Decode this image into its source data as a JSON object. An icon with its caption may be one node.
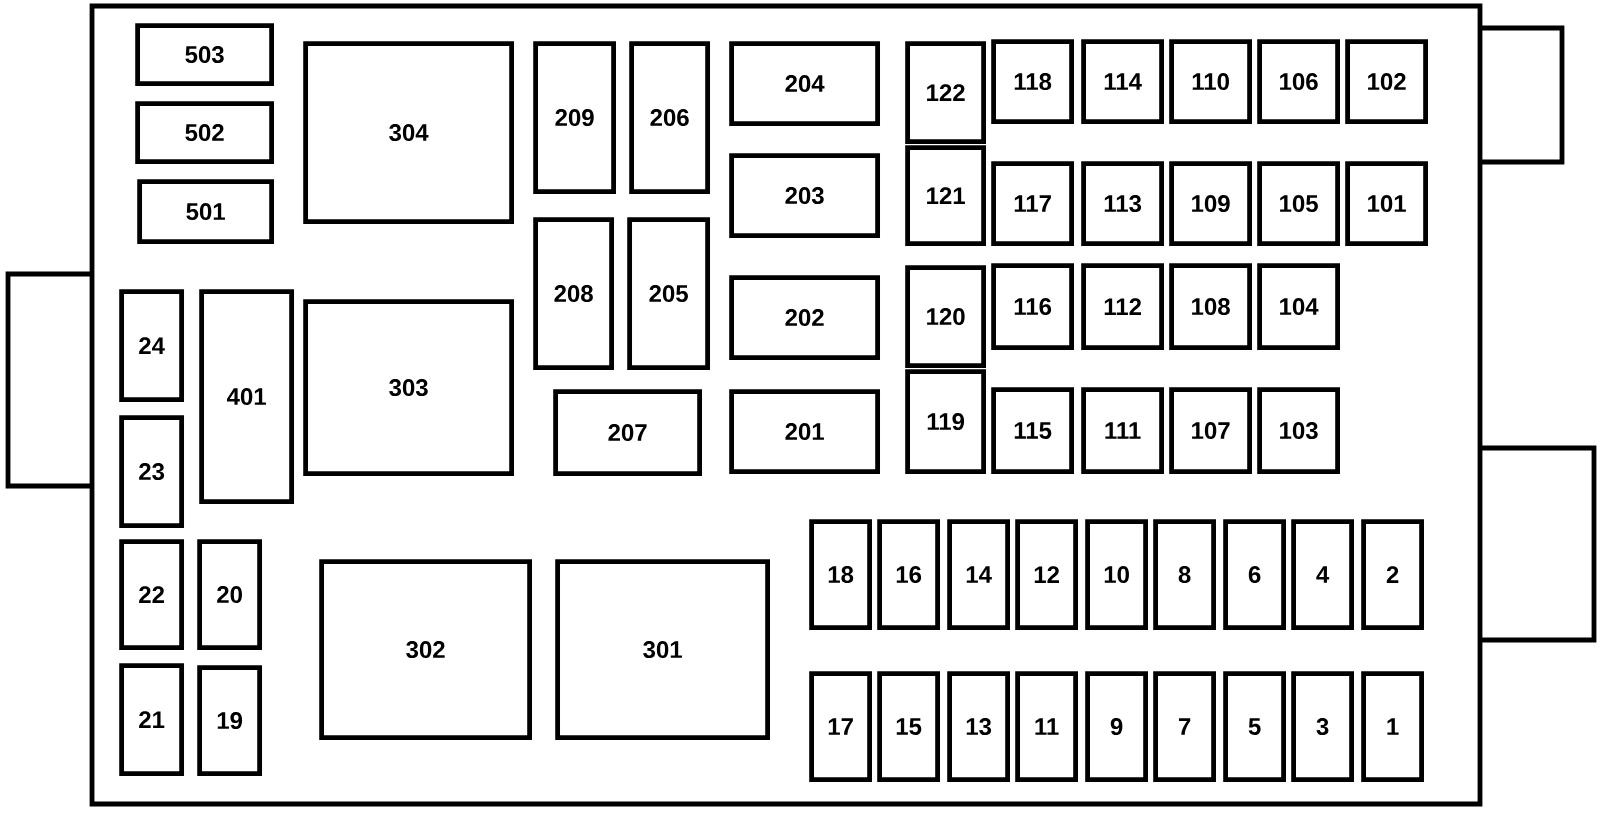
{
  "diagram": {
    "nodes": [
      {
        "text": [],
        "shape": "box"
      },
      {
        "text": [
          "503"
        ],
        "in": 0
      },
      {
        "text": [
          "304"
        ],
        "in": 0
      },
      {
        "text": [
          "209"
        ],
        "in": 0
      },
      {
        "text": [
          "206"
        ],
        "in": 0
      },
      {
        "text": [
          "204"
        ],
        "in": 0
      },
      {
        "text": [
          "122"
        ],
        "in": 0
      },
      {
        "text": [
          "118"
        ],
        "in": 0
      },
      {
        "text": [
          "114"
        ],
        "in": 0
      },
      {
        "text": [
          "110"
        ],
        "in": 0
      },
      {
        "text": [
          "106"
        ],
        "in": 0
      },
      {
        "text": [
          "102"
        ],
        "in": 0
      },
      {
        "text": [
          "502"
        ],
        "in": 0
      },
      {
        "text": [
          "121"
        ],
        "in": 0
      },
      {
        "text": [
          "117"
        ],
        "in": 0
      },
      {
        "text": [
          "113"
        ],
        "in": 0
      },
      {
        "text": [
          "109"
        ],
        "in": 0
      },
      {
        "text": [
          "105"
        ],
        "in": 0
      },
      {
        "text": [
          "101"
        ],
        "in": 0
      },
      {
        "text": [
          "203"
        ],
        "in": 0
      },
      {
        "text": [
          "501"
        ],
        "in": 0
      },
      {
        "text": [
          "208"
        ],
        "in": 0
      },
      {
        "text": [
          "205"
        ],
        "in": 0
      },
      {
        "text": [
          "120"
        ],
        "in": 0
      },
      {
        "text": [
          "116"
        ],
        "in": 0
      },
      {
        "text": [
          "112"
        ],
        "in": 0
      },
      {
        "text": [
          "108"
        ],
        "in": 0
      },
      {
        "text": [
          "104"
        ],
        "in": 0
      },
      {
        "text": [
          "202"
        ],
        "in": 0
      },
      {
        "text": [
          "24"
        ],
        "in": 0
      },
      {
        "text": [
          "401"
        ],
        "in": 0
      },
      {
        "text": [
          "303"
        ],
        "in": 0
      },
      {
        "text": [
          "207"
        ],
        "in": 0
      },
      {
        "text": [
          "201"
        ],
        "in": 0
      },
      {
        "text": [
          "119"
        ],
        "in": 0
      },
      {
        "text": [
          "115"
        ],
        "in": 0
      },
      {
        "text": [
          "111"
        ],
        "in": 0
      },
      {
        "text": [
          "107"
        ],
        "in": 0
      },
      {
        "text": [
          "103"
        ],
        "in": 0
      },
      {
        "text": [
          "23"
        ],
        "in": 0
      },
      {
        "text": [
          "22"
        ],
        "in": 0
      },
      {
        "text": [
          "20"
        ],
        "in": 0
      },
      {
        "text": [
          "302"
        ],
        "in": 0
      },
      {
        "text": [
          "301"
        ],
        "in": 0
      },
      {
        "text": [
          "18"
        ],
        "in": 0
      },
      {
        "text": [
          "16"
        ],
        "in": 0
      },
      {
        "text": [
          "14"
        ],
        "in": 0
      },
      {
        "text": [
          "12"
        ],
        "in": 0
      },
      {
        "text": [
          "10"
        ],
        "in": 0
      },
      {
        "text": [
          "8"
        ],
        "in": 0
      },
      {
        "text": [
          "6"
        ],
        "in": 0
      },
      {
        "text": [
          "4"
        ],
        "in": 0
      },
      {
        "text": [
          "2"
        ],
        "in": 0
      },
      {
        "text": [
          "21"
        ],
        "in": 0
      },
      {
        "text": [
          "19"
        ],
        "in": 0
      },
      {
        "text": [
          "17"
        ],
        "in": 0
      },
      {
        "text": [
          "15"
        ],
        "in": 0
      },
      {
        "text": [
          "13"
        ],
        "in": 0
      },
      {
        "text": [
          "11"
        ],
        "in": 0
      },
      {
        "text": [
          "9"
        ],
        "in": 0
      },
      {
        "text": [
          "7"
        ],
        "in": 0
      },
      {
        "text": [
          "5"
        ],
        "in": 0
      },
      {
        "text": [
          "3"
        ],
        "in": 0
      },
      {
        "text": [
          "1"
        ],
        "in": 0
      }
    ]
  }
}
